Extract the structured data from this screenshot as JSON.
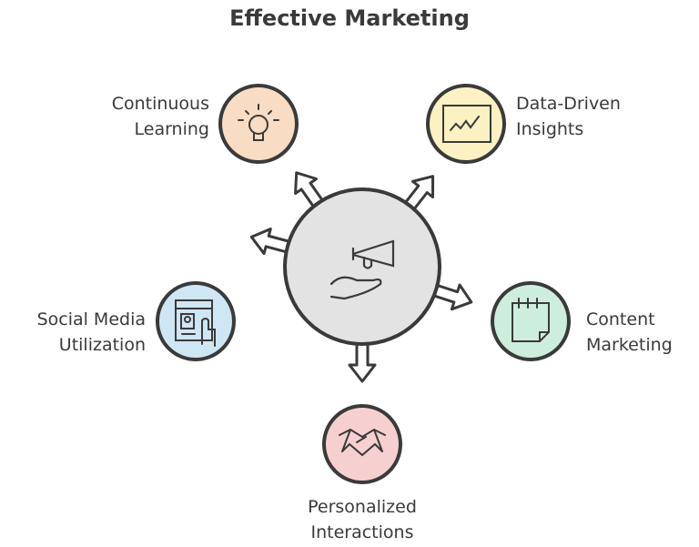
{
  "title": "Effective Marketing",
  "center": {
    "icon": "megaphone-hand-icon",
    "color": "#e3e3e3"
  },
  "nodes": [
    {
      "line1": "Continuous",
      "line2": "Learning",
      "icon": "lightbulb-icon",
      "color": "#f8dcc4"
    },
    {
      "line1": "Data-Driven",
      "line2": "Insights",
      "icon": "chart-board-icon",
      "color": "#fbf1c2"
    },
    {
      "line1": "Social Media",
      "line2": "Utilization",
      "icon": "profile-browser-icon",
      "color": "#cfe6f5"
    },
    {
      "line1": "Content",
      "line2": "Marketing",
      "icon": "notepad-icon",
      "color": "#cdeedd"
    },
    {
      "line1": "Personalized",
      "line2": "Interactions",
      "icon": "handshake-icon",
      "color": "#f6d0d0"
    }
  ]
}
